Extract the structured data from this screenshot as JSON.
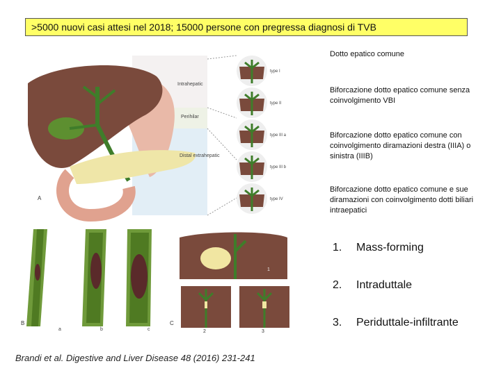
{
  "banner": {
    "text": ">5000 nuovi casi attesi nel 2018; 15000 persone con pregressa diagnosi di TVB"
  },
  "figure_top": {
    "panel_letter": "A",
    "regions": [
      "Intrahepatic",
      "Perihilar",
      "Distal extrahepatic"
    ],
    "types": [
      "type I",
      "type II",
      "type III a",
      "type III b",
      "type IV"
    ]
  },
  "figure_bottom": {
    "panel_letters": [
      "B",
      "C"
    ],
    "sub_letters": [
      "a",
      "b",
      "c"
    ],
    "numbers": [
      "1",
      "2",
      "3"
    ]
  },
  "descriptions": [
    "Dotto epatico comune",
    "Biforcazione dotto epatico comune senza coinvolgimento VBI",
    "Biforcazione dotto epatico comune con coinvolgimento diramazioni destra (IIIA) o sinistra (IIIB)",
    "Biforcazione dotto epatico comune e sue diramazioni con coinvolgimento dotti biliari intraepatici"
  ],
  "growth_types": [
    {
      "num": "1.",
      "label": "Mass-forming"
    },
    {
      "num": "2.",
      "label": "Intraduttale"
    },
    {
      "num": "3.",
      "label": "Periduttale-infiltrante"
    }
  ],
  "citation": "Brandi et al. Digestive and Liver Disease 48 (2016) 231-241",
  "colors": {
    "banner_bg": "#ffff66",
    "liver": "#7a4a3c",
    "bile_duct": "#3f7d2a",
    "stomach": "#e9b9a8",
    "pancreas": "#efe6a8",
    "duct_wall": "#6f9a3a",
    "tumor": "#5a2a2a"
  }
}
